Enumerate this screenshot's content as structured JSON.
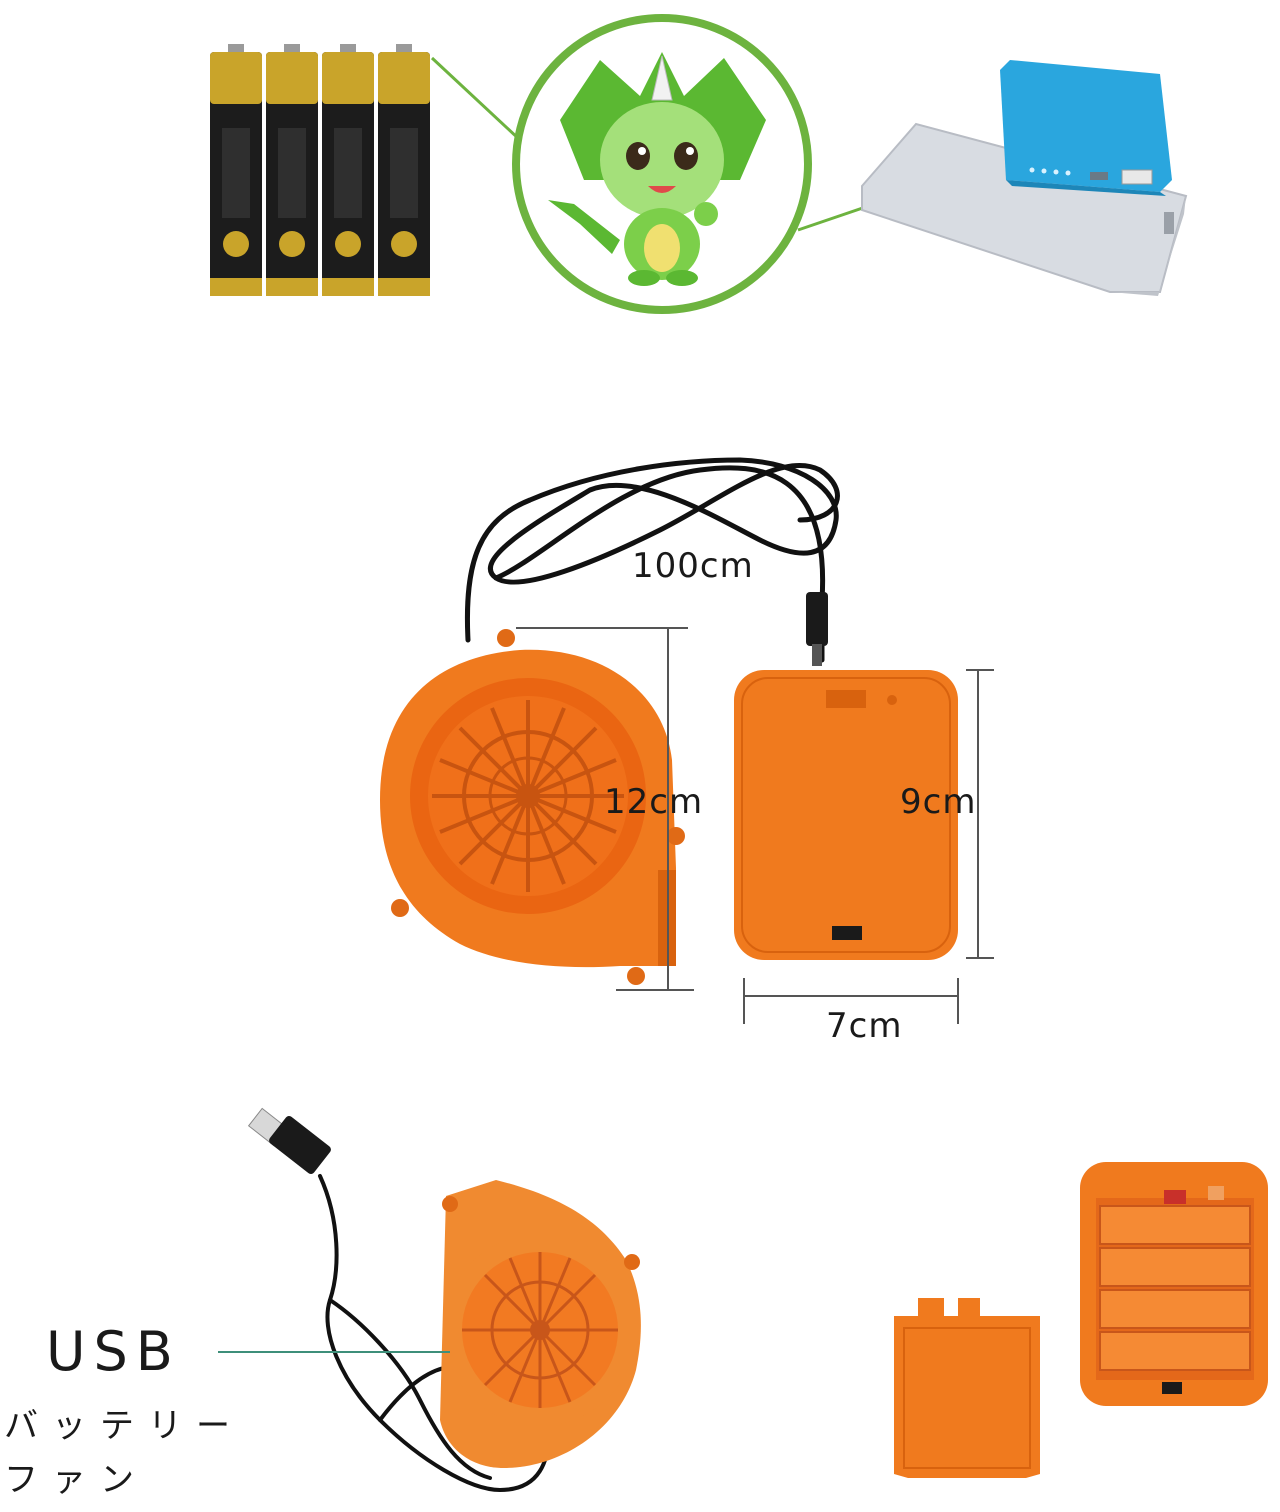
{
  "colors": {
    "orange": "#f07a1e",
    "orange_dark": "#d8620e",
    "green_ring": "#6db33f",
    "mascot_green": "#7ccf4a",
    "battery_black": "#1c1c1c",
    "battery_gold": "#c9a42a",
    "powerbank_blue": "#2aa6de",
    "powerbank_silver": "#d8dce2",
    "cable": "#111111"
  },
  "top_row": {
    "batteries": {
      "count": 4,
      "icon": "aa-battery-icon"
    },
    "mascot": {
      "icon": "green-dragon-mascot-icon"
    },
    "power_banks": {
      "icon": "power-bank-icon"
    }
  },
  "dimensions": {
    "cable_length": "100cm",
    "fan_height": "12cm",
    "box_height": "9cm",
    "box_width": "7cm"
  },
  "bottom_row": {
    "label_usb": "USB",
    "label_line1": "バッテリー",
    "label_line2": "ファン"
  }
}
